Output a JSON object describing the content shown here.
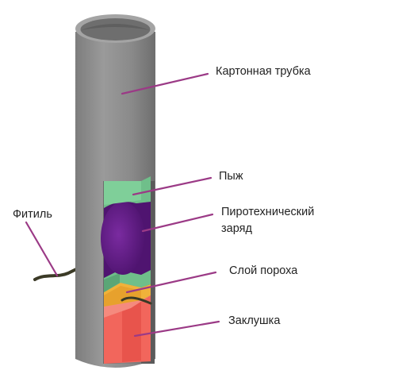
{
  "labels": {
    "tube": "Картонная трубка",
    "wad": "Пыж",
    "charge_line1": "Пиротехнический",
    "charge_line2": "заряд",
    "powder": "Слой пороха",
    "plug": "Заклушка",
    "fuse": "Фитиль"
  },
  "colors": {
    "cardboard": "#8c8c8c",
    "wad": "#6fbf8a",
    "charge": "#6a1f8c",
    "powder": "#f0b23a",
    "plug": "#f2665c",
    "leader_line": "#9b3a86",
    "fuse": "#3b3a26"
  }
}
